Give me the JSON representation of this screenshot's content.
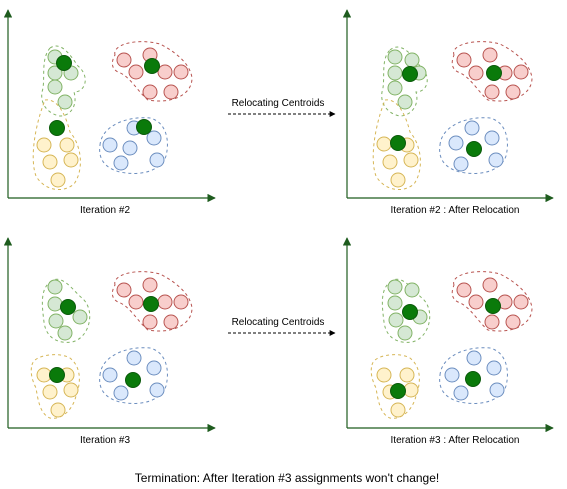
{
  "panels": {
    "top_left": {
      "caption": "Iteration #2"
    },
    "top_right": {
      "caption": "Iteration #2 : After Relocation"
    },
    "bottom_left": {
      "caption": "Iteration #3"
    },
    "bottom_right": {
      "caption": "Iteration #3 : After Relocation"
    }
  },
  "arrows": {
    "top": "Relocating Centroids",
    "bottom": "Relocating Centroids"
  },
  "footer": "Termination: After Iteration #3 assignments won't change!",
  "colors": {
    "axis": "#1e5c1e",
    "centroid": "#0a7a0a",
    "green_fill": "#d5e8d4",
    "green_stroke": "#82b366",
    "red_fill": "#f8cecc",
    "red_stroke": "#b85450",
    "yellow_fill": "#fff2cc",
    "yellow_stroke": "#d6b656",
    "blue_fill": "#dae8fc",
    "blue_stroke": "#6c8ebf"
  }
}
